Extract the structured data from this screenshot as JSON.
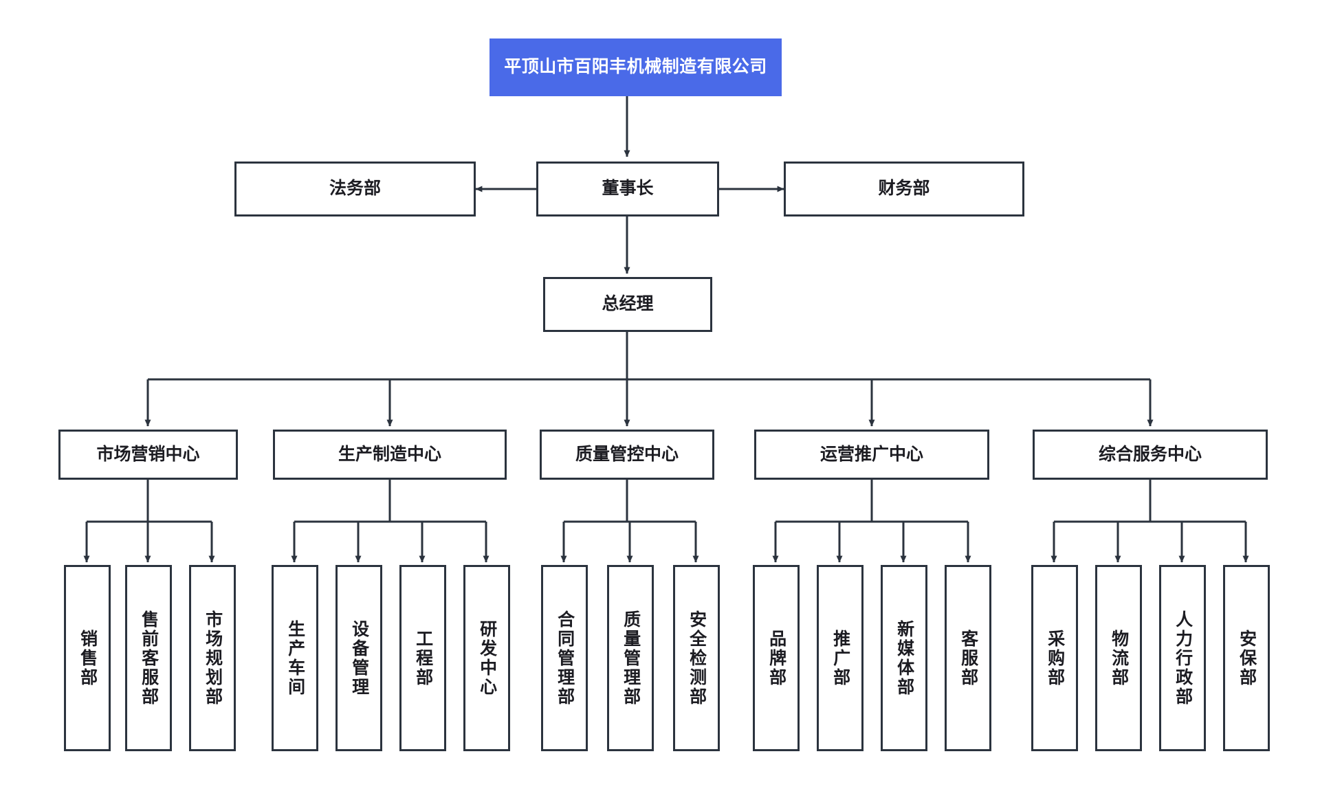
{
  "diagram": {
    "title": "平顶山市百阳丰机械制造有限公司",
    "type": "organization-chart",
    "colors": {
      "root_fill": "#4a6ae8",
      "root_text": "#ffffff",
      "node_border": "#2b333e",
      "node_fill": "#ffffff",
      "node_text": "#1c1c22",
      "connector": "#2b333e",
      "background": "#ffffff"
    }
  },
  "root": {
    "label": "平顶山市百阳丰机械制造有限公司"
  },
  "level2": {
    "legal": "法务部",
    "chairman": "董事长",
    "finance": "财务部"
  },
  "level3": {
    "general_manager": "总经理"
  },
  "centers": [
    {
      "label": "市场营销中心",
      "children": [
        "销售部",
        "售前客服部",
        "市场规划部"
      ]
    },
    {
      "label": "生产制造中心",
      "children": [
        "生产车间",
        "设备管理",
        "工程部",
        "研发中心"
      ]
    },
    {
      "label": "质量管控中心",
      "children": [
        "合同管理部",
        "质量管理部",
        "安全检测部"
      ]
    },
    {
      "label": "运营推广中心",
      "children": [
        "品牌部",
        "推广部",
        "新媒体部",
        "客服部"
      ]
    },
    {
      "label": "综合服务中心",
      "children": [
        "采购部",
        "物流部",
        "人力行政部",
        "安保部"
      ]
    }
  ]
}
